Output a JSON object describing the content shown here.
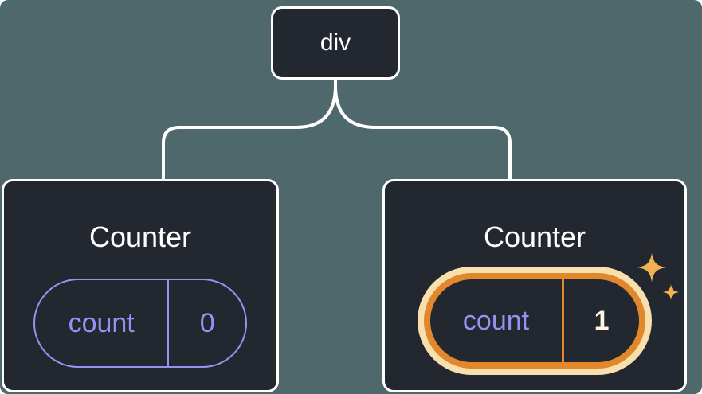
{
  "colors": {
    "background": "#4e686b",
    "node_bg": "#23272f",
    "node_border": "#ffffff",
    "connector": "#ffffff",
    "text_primary": "#ffffff",
    "purple": "#9493f0",
    "orange": "#e1872c",
    "cream": "#f8dfae",
    "sparkle_gold": "#f2b153",
    "highlight_value": "#fff6e4"
  },
  "diagram": {
    "root": {
      "label": "div"
    },
    "children": [
      {
        "title": "Counter",
        "state_key": "count",
        "state_value": "0",
        "highlighted": false
      },
      {
        "title": "Counter",
        "state_key": "count",
        "state_value": "1",
        "highlighted": true
      }
    ]
  }
}
